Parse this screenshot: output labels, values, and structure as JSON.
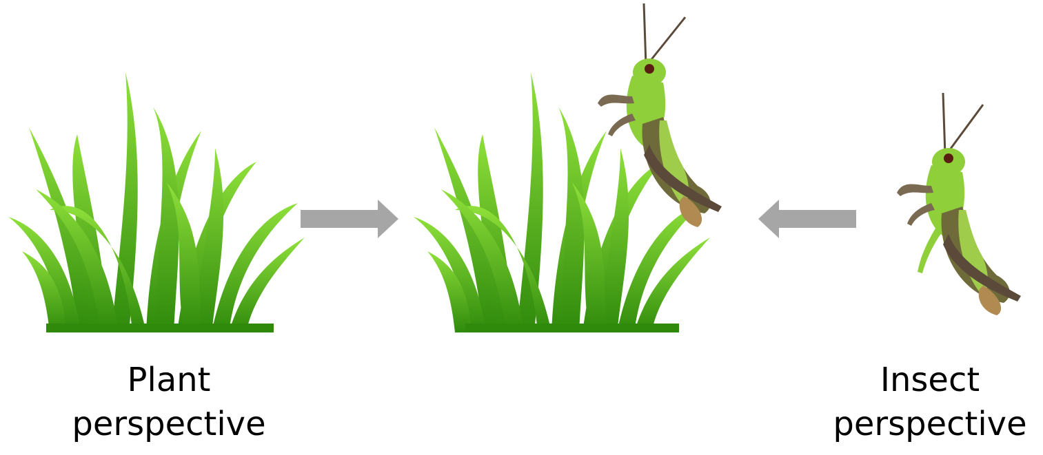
{
  "labels": {
    "plant_line1": "Plant",
    "plant_line2": "perspective",
    "insect_line1": "Insect",
    "insect_line2": "perspective"
  },
  "colors": {
    "grass_light": "#7ed321",
    "grass_dark": "#2f8a0c",
    "arrow": "#a6a6a6",
    "grasshopper_body": "#8fcf3a",
    "grasshopper_dark": "#5b4a3a"
  },
  "icons": {
    "grass": "grass-tuft-icon",
    "insect": "grasshopper-icon",
    "arrow": "arrow-icon"
  }
}
